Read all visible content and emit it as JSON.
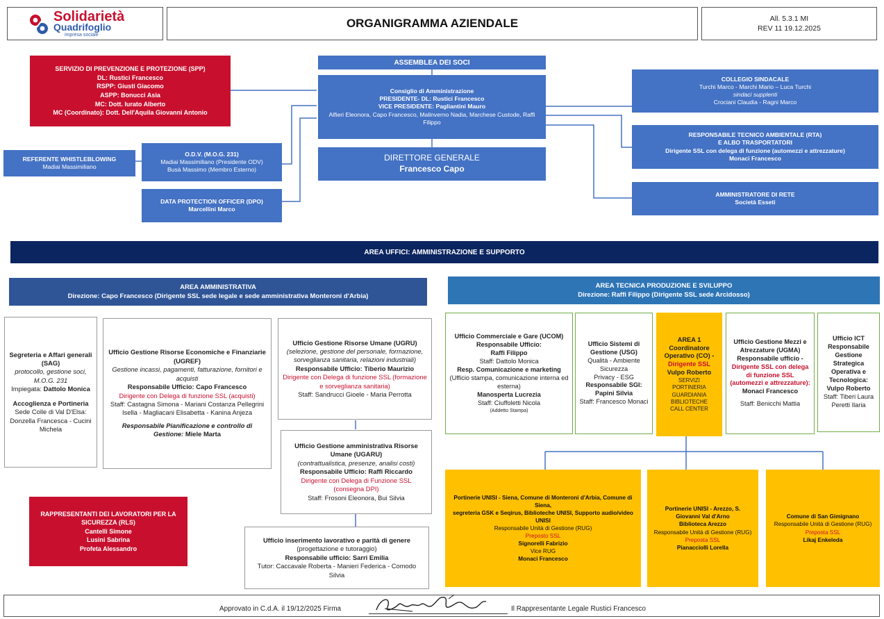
{
  "header": {
    "logo_line1": "Solidarietà",
    "logo_line2": "Quadrifoglio",
    "logo_sub": "impresa sociale",
    "title": "ORGANIGRAMMA AZIENDALE",
    "doc_ref": "All. 5.3.1 MI",
    "revision": "REV 11 19.12.2025"
  },
  "spp": {
    "title": "SERVIZIO DI PREVENZIONE E PROTEZIONE (SPP)",
    "l1": "DL: Rustici Francesco",
    "l2": "RSPP: Giusti Giacomo",
    "l3": "ASPP: Bonucci Asia",
    "l4": "MC: Dott. Iurato Alberto",
    "l5": "MC (Coordinato): Dott. Dell'Aquila Giovanni Antonio"
  },
  "assemblea": {
    "title": "ASSEMBLEA DEI SOCI"
  },
  "cda": {
    "title": "Consiglio di Amministrazione",
    "president": "PRESIDENTE- DL: Rustici Francesco",
    "vice": "VICE PRESIDENTE: Pagliantini Mauro",
    "members": "Alfieri Eleonora, Capo Francesco, Malinverno Nadia, Marchese Custode, Raffi Filippo"
  },
  "collegio": {
    "title": "COLLEGIO SINDACALE",
    "l1": "Turchi Marco - Marchi Mario – Luca Turchi",
    "l2": "sindaci supplenti",
    "l3": "Crociani Claudia - Ragni Marco"
  },
  "rta": {
    "l1": "RESPONSABILE TECNICO AMBIENTALE (RTA)",
    "l2": "E ALBO TRASPORTATORI",
    "l3": "Dirigente SSL con delega di funzione (automezzi e attrezzature)",
    "l4": "Monaci Francesco"
  },
  "whistle": {
    "title": "REFERENTE WHISTLEBLOWING",
    "name": "Madiai Massimiliano"
  },
  "odv": {
    "title": "O.D.V. (M.O.G. 231)",
    "l1": "Madiai Massimiliano (Presidente ODV)",
    "l2": "Busà Massimo (Membro Esterno)"
  },
  "dg": {
    "title": "DIRETTORE GENERALE",
    "name": "Francesco Capo"
  },
  "dpo": {
    "title": "DATA PROTECTION OFFICER (DPO)",
    "name": "Marcellini Marco"
  },
  "rete": {
    "title": "AMMINISTRATORE DI RETE",
    "name": "Società Esseti"
  },
  "area_uffici": "AREA UFFICI: AMMINISTRAZIONE E SUPPORTO",
  "area_amm": {
    "title": "AREA AMMINISTRATIVA",
    "direzione": "Direzione: Capo Francesco (Dirigente SSL sede legale e sede amministrativa Monteroni d'Arbia)"
  },
  "area_tec": {
    "title": "AREA TECNICA PRODUZIONE E SVILUPPO",
    "direzione": "Direzione:  Raffi Filippo (Dirigente SSL sede Arcidosso)"
  },
  "sag": {
    "title": "Segreteria e Affari generali (SAG)",
    "desc": "protocollo, gestione soci, M.O.G. 231",
    "imp_label": "Impiegata:",
    "imp_name": "Dattolo Monica",
    "acc_title": "Accoglienza e Portineria",
    "acc_l1": "Sede Colle di Val D'Elsa:",
    "acc_l2": "Donzella Francesca - Cucini Michela"
  },
  "ugref": {
    "title": "Ufficio Gestione Risorse Economiche e Finanziarie (UGREF)",
    "desc": "Gestione incassi, pagamenti, fatturazione, fornitori e acquisti",
    "resp": "Responsabile Ufficio: Capo Francesco",
    "delega": "Dirigente con Delega di funzione SSL (acquisti)",
    "staff": "Staff: Castagna Simona - Mariani Costanza Pellegrini Isella - Magliacani Elisabetta - Kanina Anjeza",
    "pian_label": "Responsabile Pianificazione e controllo di Gestione:",
    "pian_name": "Miele Marta"
  },
  "ugru": {
    "title": "Ufficio Gestione Risorse Umane (UGRU)",
    "desc": "(selezione,  gestione del personale, formazione, sorveglianza sanitaria, relazioni industriali)",
    "resp": "Responsabile Ufficio: Tiberio Maurizio",
    "delega": "Dirigente con Delega di funzione SSL (formazione e sorveglianza sanitaria)",
    "staff": "Staff: Sandrucci Gioele - Maria Perrotta"
  },
  "ugaru": {
    "title": "Ufficio Gestione amministrativa Risorse Umane (UGARU)",
    "desc": "(contrattualistica, presenze, analisi costi)",
    "resp": "Responsabile Ufficio:   Raffi Riccardo",
    "delega": "Dirigente con Delega di Funzione SSL (consegna DPI)",
    "staff": "Staff: Frosoni Eleonora,  Bui Silvia"
  },
  "uilp": {
    "title": "Ufficio inserimento lavorativo e parità di genere",
    "desc": "(progettazione e tutoraggio)",
    "resp": "Responsabile ufficio: Sarri Emilia",
    "tutor": "Tutor: Caccavale Roberta - Manieri Federica - Comodo Silvia"
  },
  "rls": {
    "title": "RAPPRESENTANTI DEI LAVORATORI PER LA SICUREZZA (RLS)",
    "l1": "Cantelli Simone",
    "l2": "Lusini Sabrina",
    "l3": "Profeta Alessandro"
  },
  "ucom": {
    "title": "Ufficio Commerciale e Gare (UCOM)",
    "resp_label": "Responsabile Ufficio:",
    "resp_name": "Raffi Filippo",
    "staff": "Staff: Dattolo Monica",
    "comm_title": "Resp. Comunicazione e marketing",
    "comm_desc": "(Ufficio stampa, comunicazione interna ed esterna)",
    "comm_name": "Manosperta Lucrezia",
    "staff2": "Staff: Ciuffoletti Nicola",
    "staff2_note": "(Addetto Stampa)"
  },
  "usg": {
    "title": "Ufficio Sistemi di Gestione (USG)",
    "l1": "Qualità - Ambiente Sicurezza",
    "l2": "Privacy - ESG",
    "resp": "Responsabile SGI: Papini Silvia",
    "staff": "Staff: Francesco Monaci"
  },
  "area1": {
    "l1": "AREA 1",
    "l2": "Coordinatore Operativo (CO) -",
    "l3": "Dirigente SSL",
    "l4": "Vulpo Roberto",
    "l5": "SERVIZI",
    "l6": "PORTINERIA",
    "l7": "GUARDIANIA",
    "l8": "BIBLIOTECHE",
    "l9": "CALL CENTER"
  },
  "ugma": {
    "title": "Ufficio Gestione Mezzi e Atrezzature (UGMA)",
    "resp": "Responsabile ufficio -",
    "delega": "Dirigente SSL con delega di funzione SSL (automezzi e attrezzature):",
    "name": "Monaci Francesco",
    "staff": "Staff: Benicchi Mattia"
  },
  "ict": {
    "title": "Ufficio ICT",
    "resp": "Responsabile Gestione Strategica Operativa e Tecnologica: Vulpo Roberto",
    "staff": "Staff: Tiberi Laura",
    "staff2": "Peretti Ilaria"
  },
  "port1": {
    "l1": "Portinerie UNISI - Siena, Comune di Monteroni d'Arbia, Comune di Siena,",
    "l2": "segreteria GSK e Seqirus, Biblioteche UNISI, Supporto audio/video UNISI",
    "rug": "Responsabile Unità di Gestione (RUG)",
    "prep": "Preposto SSL",
    "name": "Signorelli Fabrizio",
    "vice": "Vice RUG",
    "vice_name": "Monaci Francesco"
  },
  "port2": {
    "l1": "Portinerie UNISI - Arezzo, S. Giovanni Val d'Arno",
    "l2": "Biblioteca Arezzo",
    "rug": "Responsabile Unità di Gestione (RUG)",
    "prep": "Preposta SSL",
    "name": "Pianacciolli Lorella"
  },
  "port3": {
    "l1": "Comune di San Gimignano",
    "rug": "Responsabile Unità di Gestione (RUG)",
    "prep": "Preposta SSL",
    "name": "Likaj Enkeleda"
  },
  "footer": {
    "left": "Approvato in C.d.A. il 19/12/2025 Firma",
    "right": "Il Rappresentante Legale Rustici Francesco"
  },
  "colors": {
    "blue": "#4472c4",
    "navy": "#0b2560",
    "teal": "#2e75b6",
    "red": "#c8102e",
    "orange": "#ffc000",
    "green": "#70ad47"
  }
}
